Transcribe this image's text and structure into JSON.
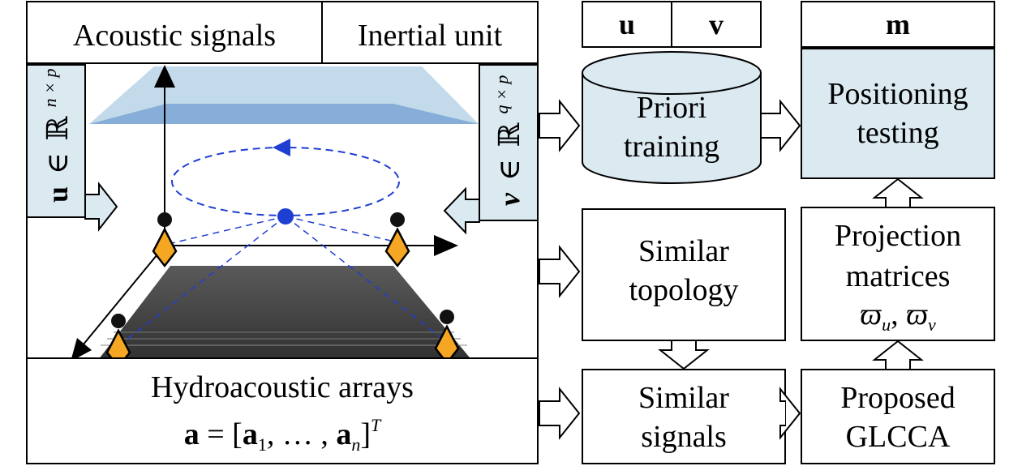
{
  "top_bar": {
    "acoustic_label": "Acoustic signals",
    "inertial_label": "Inertial unit"
  },
  "left_tab": {
    "symbol": "u",
    "in": "∈",
    "set": "ℝ",
    "exponent": "n × p"
  },
  "right_tab": {
    "symbol": "v",
    "in": "∈",
    "set": "ℝ",
    "exponent": "q × p"
  },
  "array_box": {
    "title": "Hydroacoustic arrays",
    "formula_a": "a",
    "formula_eq": " = [",
    "formula_a1": "a",
    "sub1": "1",
    "formula_mid": ", … , ",
    "formula_an": "a",
    "subn": "n",
    "formula_close": "]",
    "sup_t": "T"
  },
  "uv_header": {
    "u": "u",
    "v": "v"
  },
  "m_header": {
    "m": "m"
  },
  "priori": {
    "line1": "Priori",
    "line2": "training"
  },
  "positioning": {
    "line1": "Positioning",
    "line2": "testing"
  },
  "topology": {
    "line1": "Similar",
    "line2": "topology"
  },
  "projection": {
    "line1": "Projection",
    "line2": "matrices",
    "w": "ϖ",
    "sub_u": "u",
    "comma": ", ",
    "sub_v": "v"
  },
  "signals": {
    "line1": "Similar",
    "line2": "signals"
  },
  "glcca": {
    "line1": "Proposed",
    "line2": "GLCCA"
  },
  "colors": {
    "panel_fill": "#dbe9f1",
    "plane_light": "#b9d3e6",
    "plane_mid": "#7fa9d6",
    "seabed_dark": "#3d3d3d",
    "seabed_light": "#6a6a6a",
    "sensor_orange": "#f5a623",
    "dash_blue": "#1f3fd1"
  }
}
